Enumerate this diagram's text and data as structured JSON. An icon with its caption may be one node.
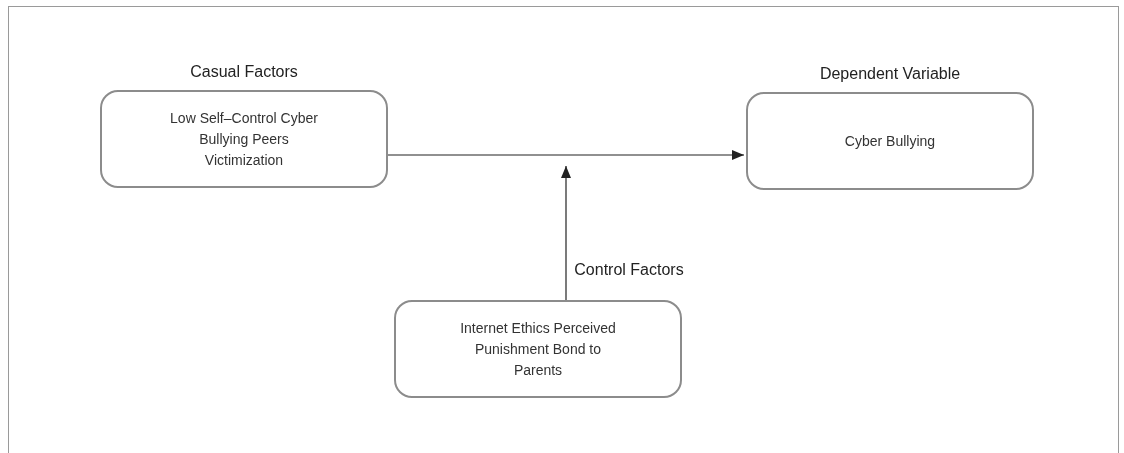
{
  "diagram": {
    "nodes": [
      {
        "text": [
          "Casual Factors",
          "Low Self–Control Cyber Bullying Peers Victimization"
        ]
      },
      {
        "text": [
          "Dependent Variable",
          "Cyber Bullying"
        ]
      },
      {
        "text": [
          "Control Factors",
          "Internet Ethics Perceived Punishment Bond to Parents"
        ]
      }
    ],
    "edges": [
      {
        "from": 0,
        "to": 1,
        "arrow": "to"
      },
      {
        "from": 2,
        "to": null,
        "arrow": "to"
      }
    ]
  }
}
